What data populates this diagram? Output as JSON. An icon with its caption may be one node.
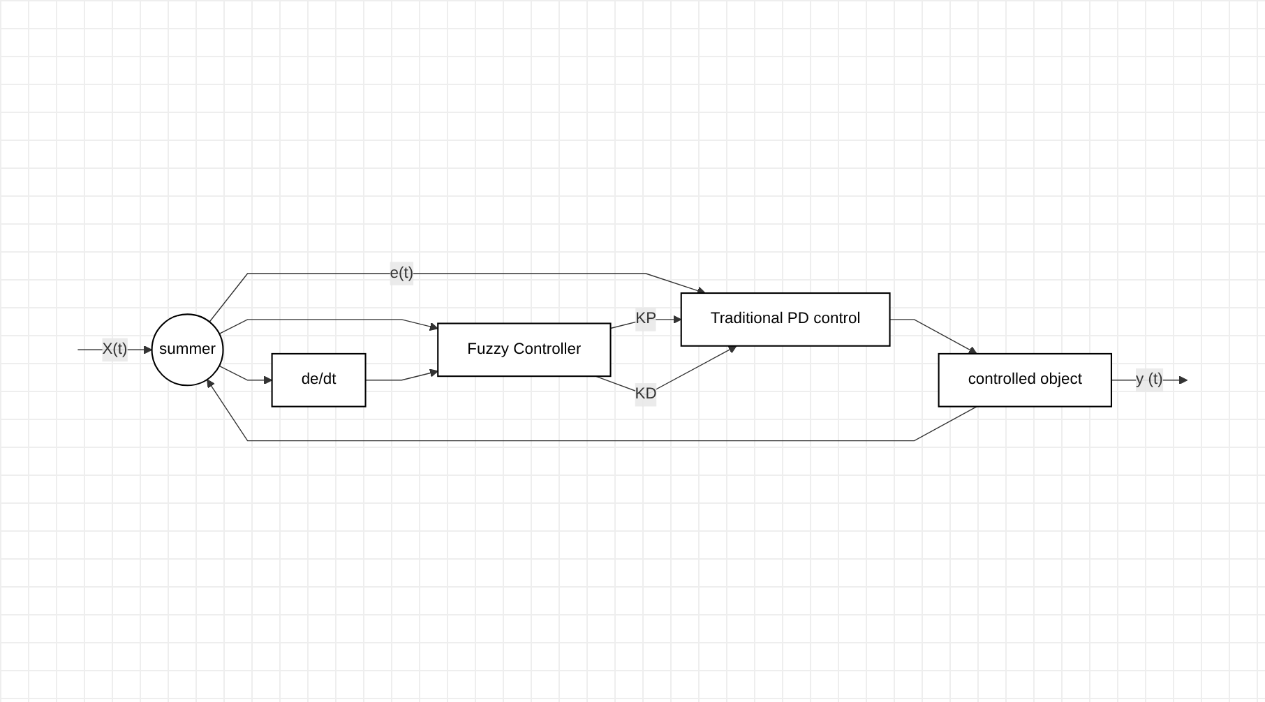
{
  "diagram": {
    "nodes": [
      {
        "text": [
          "summer"
        ]
      },
      {
        "text": [
          "de/dt"
        ]
      },
      {
        "text": [
          "Fuzzy Controller"
        ]
      },
      {
        "text": [
          "Traditional PD control"
        ]
      },
      {
        "text": [
          "controlled object"
        ]
      }
    ],
    "edges": [
      {
        "from": null,
        "to": 0,
        "arrow": "to",
        "label": "X(t)"
      },
      {
        "from": 0,
        "to": 3,
        "arrow": "to",
        "label": "e(t)"
      },
      {
        "from": 0,
        "to": 2,
        "arrow": "to"
      },
      {
        "from": 0,
        "to": 1,
        "arrow": "to"
      },
      {
        "from": 1,
        "to": 2,
        "arrow": "to"
      },
      {
        "from": 2,
        "to": 3,
        "arrow": "to",
        "label": "KP"
      },
      {
        "from": 2,
        "to": 3,
        "arrow": "to",
        "label": "KD"
      },
      {
        "from": 3,
        "to": 4,
        "arrow": "to"
      },
      {
        "from": 4,
        "to": null,
        "arrow": "to",
        "label": "y  (t)"
      },
      {
        "from": 4,
        "to": 0,
        "arrow": "to"
      }
    ]
  }
}
